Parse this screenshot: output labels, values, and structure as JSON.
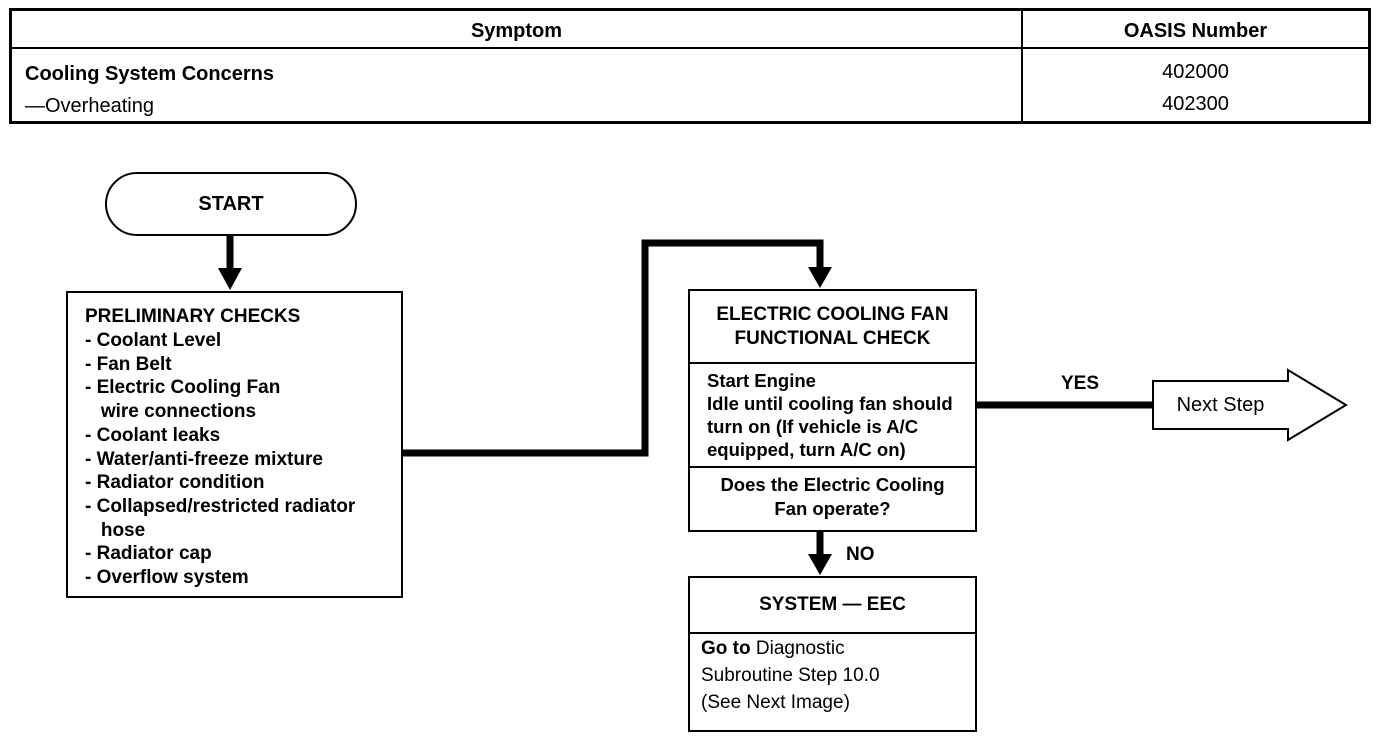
{
  "table": {
    "headers": {
      "symptom": "Symptom",
      "oasis": "OASIS Number"
    },
    "rows": [
      {
        "symptom": "Cooling System Concerns",
        "oasis": "402000"
      },
      {
        "symptom": "—Overheating",
        "oasis": "402300"
      }
    ]
  },
  "flowchart": {
    "start": "START",
    "preliminary": {
      "title": "PRELIMINARY CHECKS",
      "items": [
        "- Coolant Level",
        "- Fan Belt",
        "- Electric Cooling Fan",
        "   wire connections",
        "- Coolant leaks",
        "- Water/anti-freeze mixture",
        "- Radiator condition",
        "- Collapsed/restricted radiator",
        "   hose",
        "- Radiator cap",
        "- Overflow system"
      ]
    },
    "fan_check": {
      "title_line1": "ELECTRIC COOLING FAN",
      "title_line2": "FUNCTIONAL CHECK",
      "instructions": [
        "Start Engine",
        "Idle until cooling fan should",
        "turn on (If vehicle is A/C",
        "equipped, turn A/C on)"
      ],
      "question_line1": "Does the Electric Cooling",
      "question_line2": "Fan operate?"
    },
    "yes_label": "YES",
    "no_label": "NO",
    "next_step": "Next Step",
    "eec": {
      "title": "SYSTEM — EEC",
      "line1_bold": "Go to",
      "line1_rest": " Diagnostic",
      "line2": "Subroutine Step 10.0",
      "line3": "(See Next Image)"
    }
  }
}
